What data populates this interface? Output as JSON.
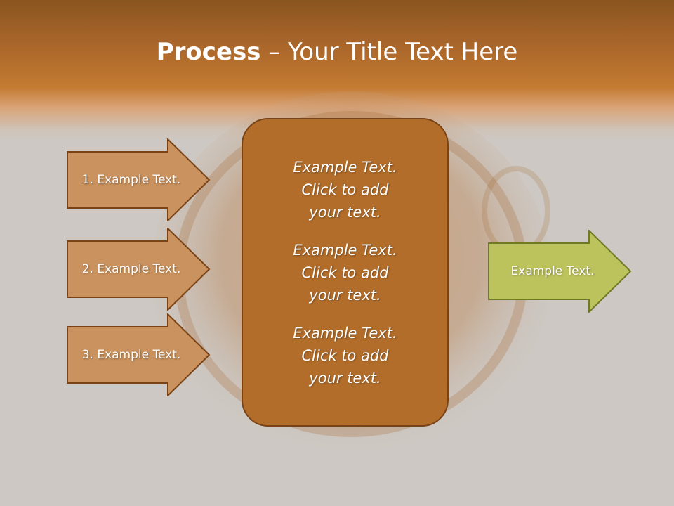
{
  "title": {
    "bold": "Process",
    "rest": " – Your Title Text Here"
  },
  "inputs": [
    {
      "label": "1. Example Text."
    },
    {
      "label": "2. Example Text."
    },
    {
      "label": "3. Example Text."
    }
  ],
  "center": [
    {
      "line1": "Example Text.",
      "line2": "Click  to add",
      "line3": "your text."
    },
    {
      "line1": "Example Text.",
      "line2": "Click  to add",
      "line3": "your text."
    },
    {
      "line1": "Example Text.",
      "line2": "Click  to add",
      "line3": "your text."
    }
  ],
  "output": {
    "label": "Example Text."
  },
  "colors": {
    "input_arrow_fill": "#c9925e",
    "input_arrow_stroke": "#7a4316",
    "center_fill": "#b26d2a",
    "output_arrow_fill": "#bcc25c",
    "output_arrow_stroke": "#6f7a25"
  }
}
